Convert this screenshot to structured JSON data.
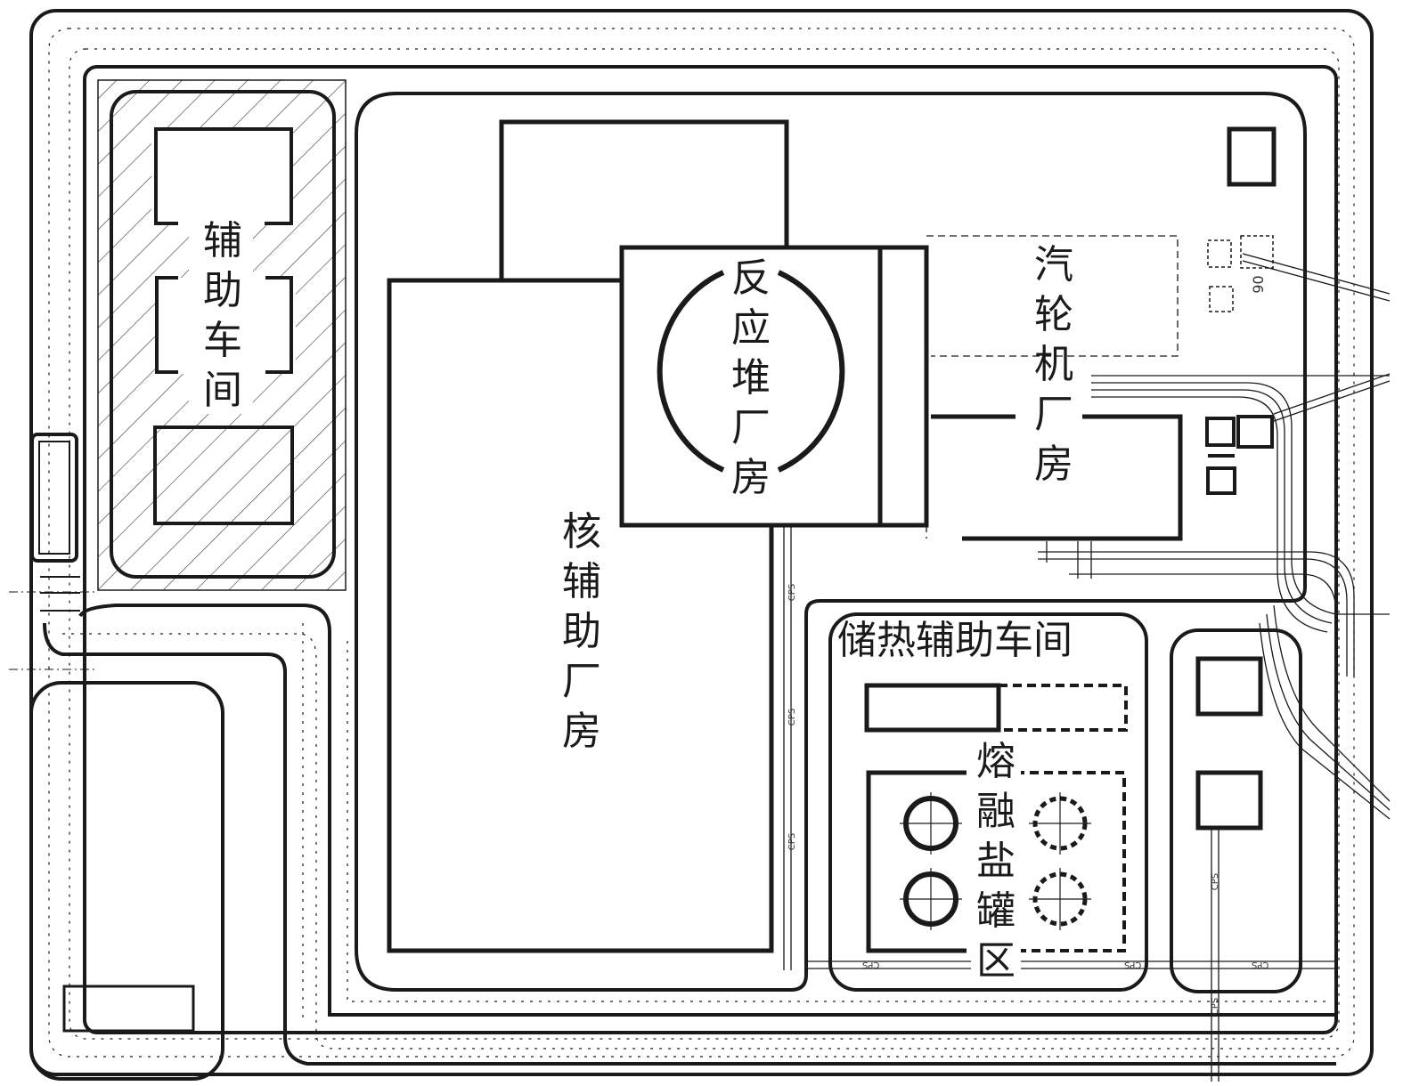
{
  "labels": {
    "aux_workshop": "辅\n助\n车\n间",
    "reactor_building": "反\n应\n堆\n厂\n房",
    "turbine_building": "汽\n轮\n机\n厂\n房",
    "nuclear_aux_building": "核\n辅\n助\n厂\n房",
    "heat_storage_aux_workshop": "储热辅助车间",
    "molten_salt_tank_area": "熔\n融\n盐\n罐\n区"
  },
  "pipe_tags": [
    "CPS",
    "CPS",
    "CPS",
    "CPS",
    "CPS",
    "CPS",
    "CPS",
    "CPS"
  ],
  "grid_tag": "06",
  "colors": {
    "line": "#1a1a1a",
    "background": "#ffffff",
    "hatch": "#333333"
  }
}
